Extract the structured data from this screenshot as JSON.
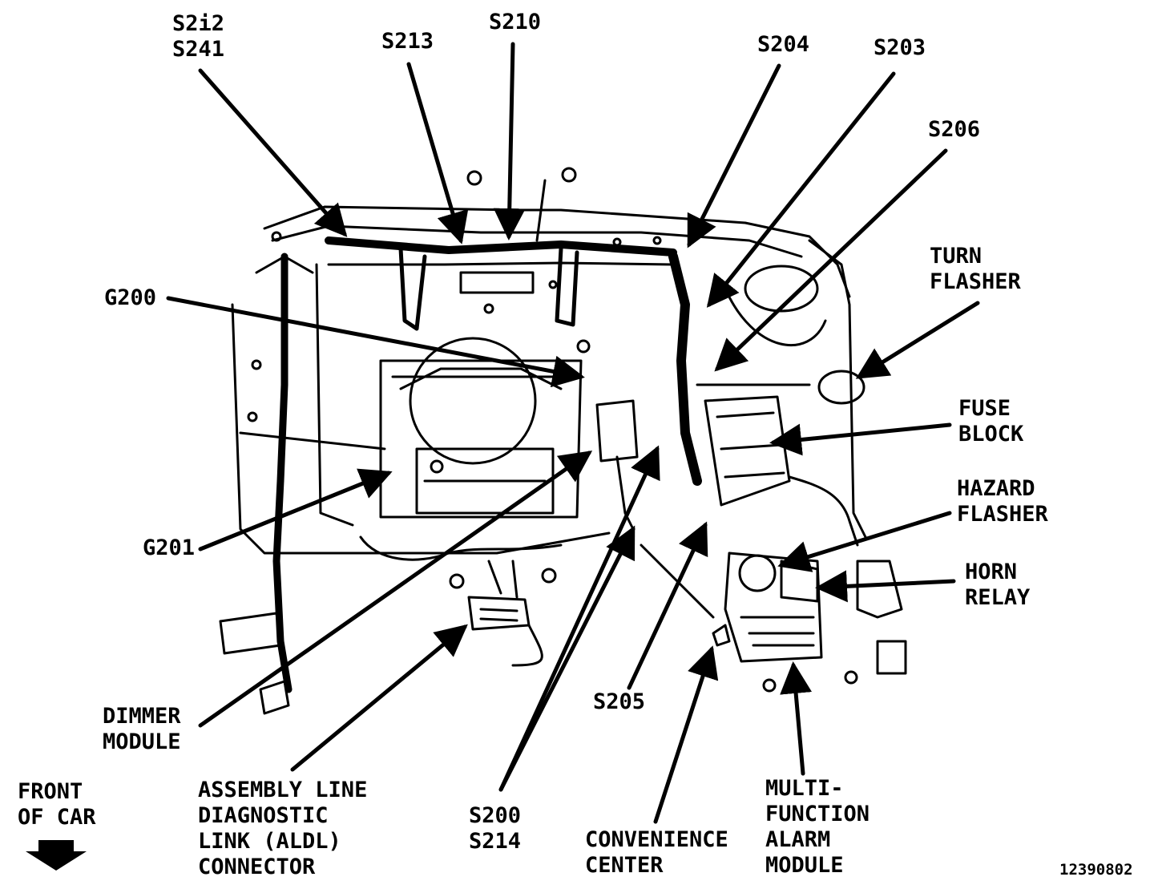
{
  "labels": {
    "s212_s241": [
      "S2i2",
      "S241"
    ],
    "s213": "S213",
    "s210": "S210",
    "s204": "S204",
    "s203": "S203",
    "s206": "S206",
    "turn_flasher": [
      "TURN",
      "FLASHER"
    ],
    "g200": "G200",
    "fuse_block": [
      "FUSE",
      "BLOCK"
    ],
    "hazard_flasher": [
      "HAZARD",
      "FLASHER"
    ],
    "horn_relay": [
      "HORN",
      "RELAY"
    ],
    "g201": "G201",
    "s205": "S205",
    "dimmer_module": [
      "DIMMER",
      "MODULE"
    ],
    "front_of_car": [
      "FRONT",
      "OF CAR"
    ],
    "aldl_connector": [
      "ASSEMBLY LINE",
      "DIAGNOSTIC",
      "LINK (ALDL)",
      "CONNECTOR"
    ],
    "s200_s214": [
      "S200",
      "S214"
    ],
    "convenience_center": [
      "CONVENIENCE",
      "CENTER"
    ],
    "multi_function_alarm_module": [
      "MULTI-",
      "FUNCTION",
      "ALARM",
      "MODULE"
    ],
    "figure_number": "12390802"
  },
  "icons": {
    "front_of_car_arrow": "down-arrow-icon"
  }
}
